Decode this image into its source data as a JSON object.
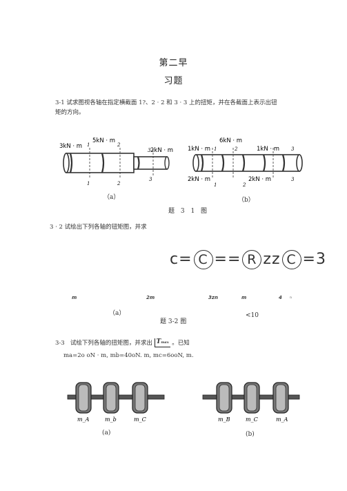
{
  "chapter_title": "第二早",
  "section_title": "习题",
  "problem_3_1": {
    "text_line1": "3-1 试求图视各轴在指定横截面 1?、2 · 2 和 3 · 3 上的扭矩，并在各截面上表示出钮",
    "text_line2": "矩的方向。",
    "figure_caption": "题 3 1 图",
    "fig_a": {
      "label": "（a）",
      "loads": [
        "3kN · m",
        "5kN · m",
        "2kN · m"
      ],
      "section_marks": [
        "1",
        "2",
        "3",
        "1",
        "2",
        "3"
      ]
    },
    "fig_b": {
      "label": "（b）",
      "loads_top": [
        "6kN · m",
        "1kN · m",
        "1kN · m"
      ],
      "loads_bottom": [
        "2kN · m",
        "2kN · m"
      ],
      "section_marks": [
        "1",
        "2",
        "3",
        "1",
        "2",
        "3"
      ]
    }
  },
  "problem_3_2": {
    "text": "3 · 2 试绘出下列各轴的钮矩图，并求",
    "formula": {
      "prefix": "c=",
      "eq": "==",
      "mid": "zz",
      "suffix": "=3",
      "circles": [
        "C",
        "R",
        "C"
      ]
    },
    "labels_row": [
      "m",
      "2m",
      "3zn",
      "m",
      "4"
    ],
    "tiny_mark": "n",
    "sub_a": "（a）",
    "sub_b": "<10",
    "figure_caption": "题 3-2 图"
  },
  "problem_3_3": {
    "number": "3-3",
    "text_before": "试绘下列各轴的扭矩图，并求出",
    "box_symbol": "T",
    "box_sub": "max",
    "text_after": "。已知",
    "given": "ma=2o  oN ·   m, mb=40oN. m, mc=6ooN, m.",
    "fig_a": {
      "label": "(a)",
      "pulleys": [
        "m_A",
        "m_b",
        "m_C"
      ]
    },
    "fig_b": {
      "label": "(b)",
      "pulleys": [
        "m_B",
        "m_C",
        "m_A"
      ]
    }
  }
}
